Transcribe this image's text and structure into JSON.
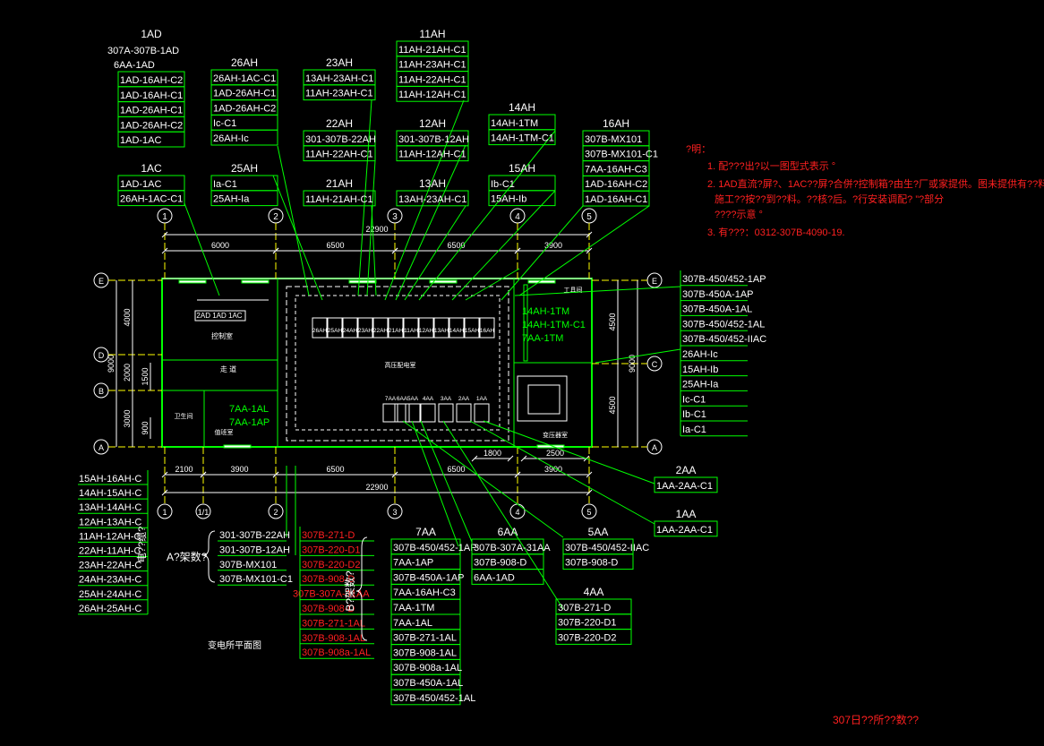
{
  "groups_top": [
    {
      "title": "1AD",
      "items": [
        "307A-307B-1AD",
        "6AA-1AD",
        "1AD-16AH-C2",
        "1AD-16AH-C1",
        "1AD-26AH-C1",
        "1AD-26AH-C2",
        "1AD-1AC"
      ]
    },
    {
      "title": "26AH",
      "items": [
        "26AH-1AC-C1",
        "1AD-26AH-C1",
        "1AD-26AH-C2",
        "Ic-C1",
        "26AH-Ic"
      ]
    },
    {
      "title": "23AH",
      "items": [
        "13AH-23AH-C1",
        "11AH-23AH-C1"
      ]
    },
    {
      "title": "11AH",
      "items": [
        "11AH-21AH-C1",
        "11AH-23AH-C1",
        "11AH-22AH-C1",
        "11AH-12AH-C1"
      ]
    },
    {
      "title": "22AH",
      "items": [
        "301-307B-22AH",
        "11AH-22AH-C1"
      ]
    },
    {
      "title": "12AH",
      "items": [
        "301-307B-12AH",
        "11AH-12AH-C1"
      ]
    },
    {
      "title": "14AH",
      "items": [
        "14AH-1TM",
        "14AH-1TM-C1"
      ]
    },
    {
      "title": "16AH",
      "items": [
        "307B-MX101",
        "307B-MX101-C1",
        "7AA-16AH-C3",
        "1AD-16AH-C2",
        "1AD-16AH-C1"
      ]
    },
    {
      "title": "1AC",
      "items": [
        "1AD-1AC",
        "26AH-1AC-C1"
      ]
    },
    {
      "title": "25AH",
      "items": [
        "Ia-C1",
        "25AH-Ia"
      ]
    },
    {
      "title": "21AH",
      "items": [
        "11AH-21AH-C1"
      ]
    },
    {
      "title": "13AH",
      "items": [
        "13AH-23AH-C1"
      ]
    },
    {
      "title": "15AH",
      "items": [
        "Ib-C1",
        "15AH-Ib"
      ]
    }
  ],
  "notes": {
    "title": "?明：",
    "lines": [
      "1. 配???出?以一图型式表示 °",
      "2. 1AD直流?屏?、1AC??屏?合併?控制箱?由生?厂或家提供。图未提供有??料。",
      "施工??按??到??料。??核?后。?行安装调配? ”?部分",
      "????示意 °",
      "3. 有???：0312-307B-4090-19."
    ]
  },
  "right_list": [
    "307B-450/452-1AP",
    "307B-450A-1AP",
    "307B-450A-1AL",
    "307B-450/452-1AL",
    "307B-450/452-IIAC",
    "26AH-Ic",
    "15AH-Ib",
    "25AH-Ia",
    "Ic-C1",
    "Ib-C1",
    "Ia-C1"
  ],
  "left_list": [
    "15AH-16AH-C",
    "14AH-15AH-C",
    "13AH-14AH-C",
    "12AH-13AH-C",
    "11AH-12AH-C",
    "22AH-11AH-C",
    "23AH-22AH-C",
    "24AH-23AH-C",
    "25AH-24AH-C",
    "26AH-25AH-C"
  ],
  "left_list_label": "电??缆?",
  "a_group": {
    "label": "A?架数?",
    "items": [
      "301-307B-22AH",
      "301-307B-12AH",
      "307B-MX101",
      "307B-MX101-C1"
    ]
  },
  "b_group": {
    "label": "B?架数?",
    "items": [
      "307B-271-D",
      "307B-220-D1",
      "307B-220-D2",
      "307B-908-D",
      "307B-307A-31AA",
      "307B-908-D",
      "307B-271-1AL",
      "307B-908-1AL",
      "307B-908a-1AL"
    ]
  },
  "groups_bottom": [
    {
      "title": "7AA",
      "items": [
        "307B-450/452-1AP",
        "7AA-1AP",
        "307B-450A-1AP",
        "7AA-16AH-C3",
        "7AA-1TM",
        "7AA-1AL",
        "307B-271-1AL",
        "307B-908-1AL",
        "307B-908a-1AL",
        "307B-450A-1AL",
        "307B-450/452-1AL"
      ]
    },
    {
      "title": "6AA",
      "items": [
        "307B-307A-31AA",
        "307B-908-D",
        "6AA-1AD"
      ]
    },
    {
      "title": "5AA",
      "items": [
        "307B-450/452-IIAC",
        "307B-908-D"
      ]
    },
    {
      "title": "4AA",
      "items": [
        "307B-271-D",
        "307B-220-D1",
        "307B-220-D2"
      ]
    },
    {
      "title": "2AA",
      "items": [
        "1AA-2AA-C1"
      ]
    },
    {
      "title": "1AA",
      "items": [
        "1AA-2AA-C1"
      ]
    }
  ],
  "axes_top": [
    "1",
    "2",
    "3",
    "4",
    "5"
  ],
  "axes_bottom": [
    "1",
    "1/1",
    "2",
    "3",
    "4",
    "5"
  ],
  "axes_left": [
    "E",
    "D",
    "B",
    "A"
  ],
  "axes_right": [
    "E",
    "C",
    "A"
  ],
  "dims_top": [
    "22900",
    "6000",
    "6500",
    "6500",
    "3900"
  ],
  "dims_bottom": [
    "2100",
    "3900",
    "6500",
    "6500",
    "3900",
    "22900",
    "1800",
    "2500"
  ],
  "dims_left": [
    "4000",
    "9000",
    "2000",
    "1500",
    "3000",
    "900"
  ],
  "dims_right": [
    "4500",
    "9000",
    "4500"
  ],
  "rooms": {
    "control": "控制室",
    "corridor": "走 道",
    "toilet": "卫生间",
    "duty": "值班室",
    "hv": "高压配电室",
    "tool": "工具间",
    "transformer": "变压器室"
  },
  "panel_labels_top": [
    "26AH",
    "25AH",
    "24AH",
    "23AH",
    "22AH",
    "21AH",
    "11AH",
    "12AH",
    "13AH",
    "14AH",
    "15AH",
    "16AH"
  ],
  "panel_labels_bottom": [
    "7AA",
    "6AA",
    "5AA",
    "4AA",
    "3AA",
    "2AA",
    "1AA"
  ],
  "panel_left": "2AD 1AD 1AC",
  "green_labels": [
    "14AH-1TM",
    "14AH-1TM-C1",
    "7AA-1TM"
  ],
  "green_labels2": [
    "7AA-1AL",
    "7AA-1AP"
  ],
  "plan_title": "变电所平面图",
  "corner_text": "307日??所??数??",
  "colors": {
    "table": "#00ff00",
    "text": "#ffffff",
    "note": "#ff2020",
    "axis": "#ffffff",
    "dim": "#ffff00",
    "wall": "#00ff00"
  }
}
